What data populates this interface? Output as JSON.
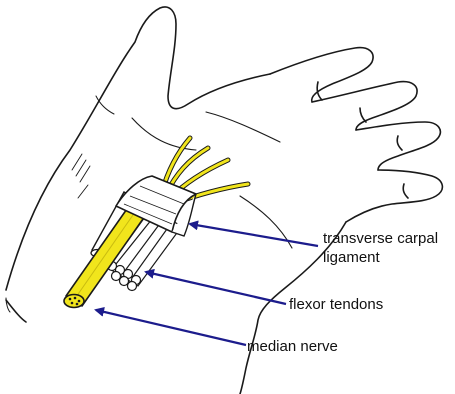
{
  "labels": {
    "ligament_line1": "transverse carpal",
    "ligament_line2": "ligament",
    "tendons": "flexor tendons",
    "nerve": "median nerve"
  },
  "colors": {
    "outline": "#1a1a1a",
    "nerve": "#f1e51c",
    "arrow": "#1c1c8c",
    "ligament": "#ffffff"
  }
}
